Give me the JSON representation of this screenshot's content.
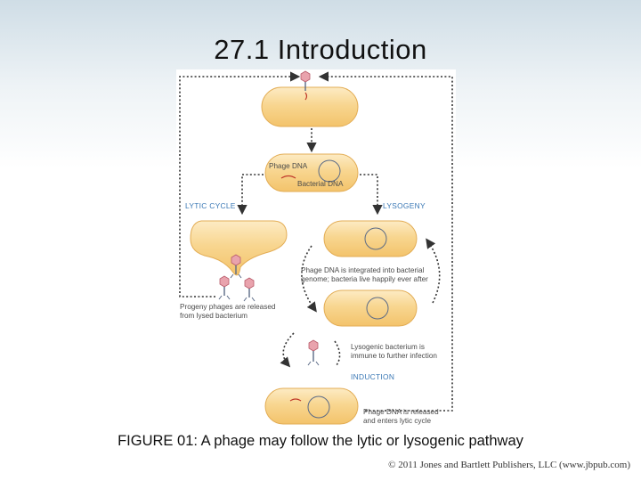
{
  "slide": {
    "title": "27.1 Introduction",
    "caption": "FIGURE 01: A phage may follow the lytic or lysogenic pathway",
    "copyright": "© 2011 Jones and Bartlett Publishers, LLC (www.jbpub.com)"
  },
  "figure": {
    "labels": {
      "phage_dna": "Phage DNA",
      "bacterial_dna": "Bacterial DNA",
      "lytic_cycle": "LYTIC CYCLE",
      "lysogeny": "LYSOGENY",
      "integrated_1": "Phage DNA is integrated into bacterial",
      "integrated_2": "genome; bacteria live happily ever after",
      "progeny_1": "Progeny phages are released",
      "progeny_2": "from lysed bacterium",
      "immune_1": "Lysogenic bacterium is",
      "immune_2": "immune to further infection",
      "induction": "INDUCTION",
      "released_1": "Phage DNA is released",
      "released_2": "and enters lytic cycle"
    },
    "colors": {
      "cell_fill": "#f6cd7f",
      "cell_highlight": "#fdebc4",
      "cell_outline": "#e3ad55",
      "phage_dna": "#c0392b",
      "bacterial_dna": "#5a6a86",
      "arrow": "#333333",
      "heading": "#3a78b5"
    }
  }
}
